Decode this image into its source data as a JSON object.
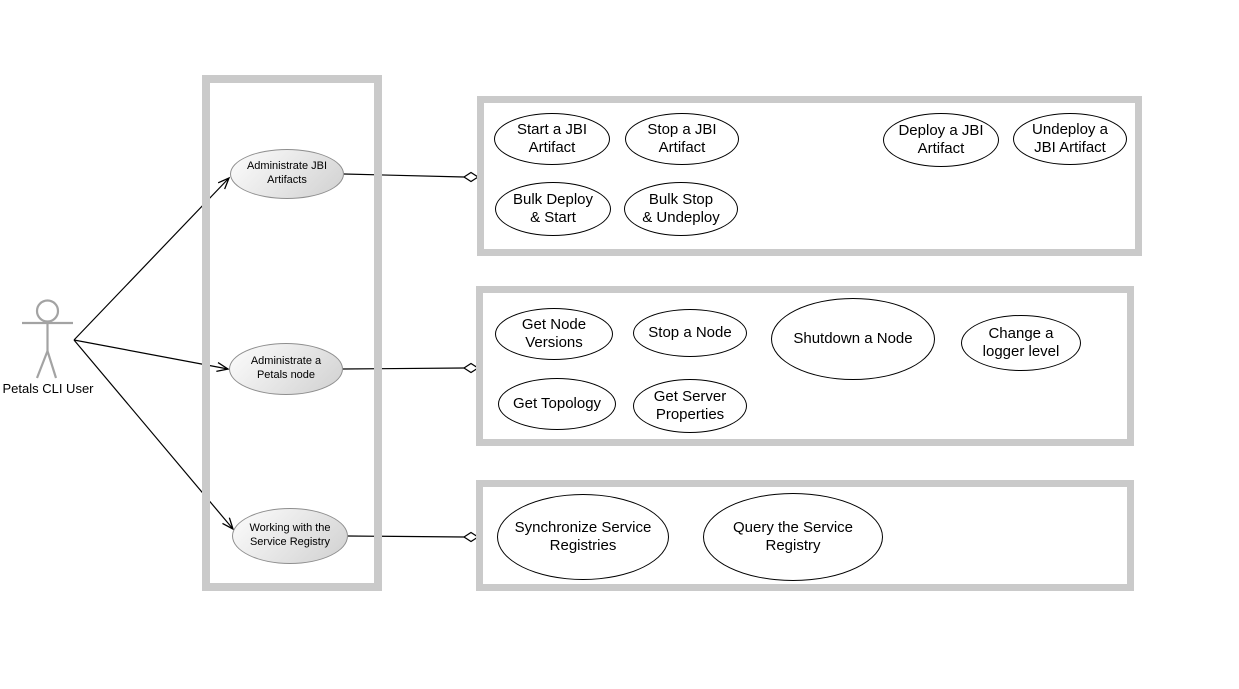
{
  "actor": {
    "label": "Petals CLI User"
  },
  "goals": [
    {
      "label": "Administrate JBI\nArtifacts"
    },
    {
      "label": "Administrate a\nPetals node"
    },
    {
      "label": "Working with the\nService Registry"
    }
  ],
  "boxes": [
    {
      "use_cases": [
        {
          "label": "Start a JBI\nArtifact"
        },
        {
          "label": "Stop a JBI\nArtifact"
        },
        {
          "label": "Deploy a JBI\nArtifact"
        },
        {
          "label": "Undeploy a\nJBI Artifact"
        },
        {
          "label": "Bulk Deploy\n& Start"
        },
        {
          "label": "Bulk Stop\n& Undeploy"
        }
      ]
    },
    {
      "use_cases": [
        {
          "label": "Get Node\nVersions"
        },
        {
          "label": "Stop a Node"
        },
        {
          "label": "Shutdown a Node"
        },
        {
          "label": "Change a\nlogger level"
        },
        {
          "label": "Get Topology"
        },
        {
          "label": "Get Server\nProperties"
        }
      ]
    },
    {
      "use_cases": [
        {
          "label": "Synchronize Service\nRegistries"
        },
        {
          "label": "Query the Service\nRegistry"
        }
      ]
    }
  ],
  "colors": {
    "frame_border": "#cacaca",
    "goal_fill_end": "#d0d0d0",
    "goal_border": "#8f8f8f",
    "actor_stroke": "#a3a3a3",
    "line": "#000000"
  }
}
